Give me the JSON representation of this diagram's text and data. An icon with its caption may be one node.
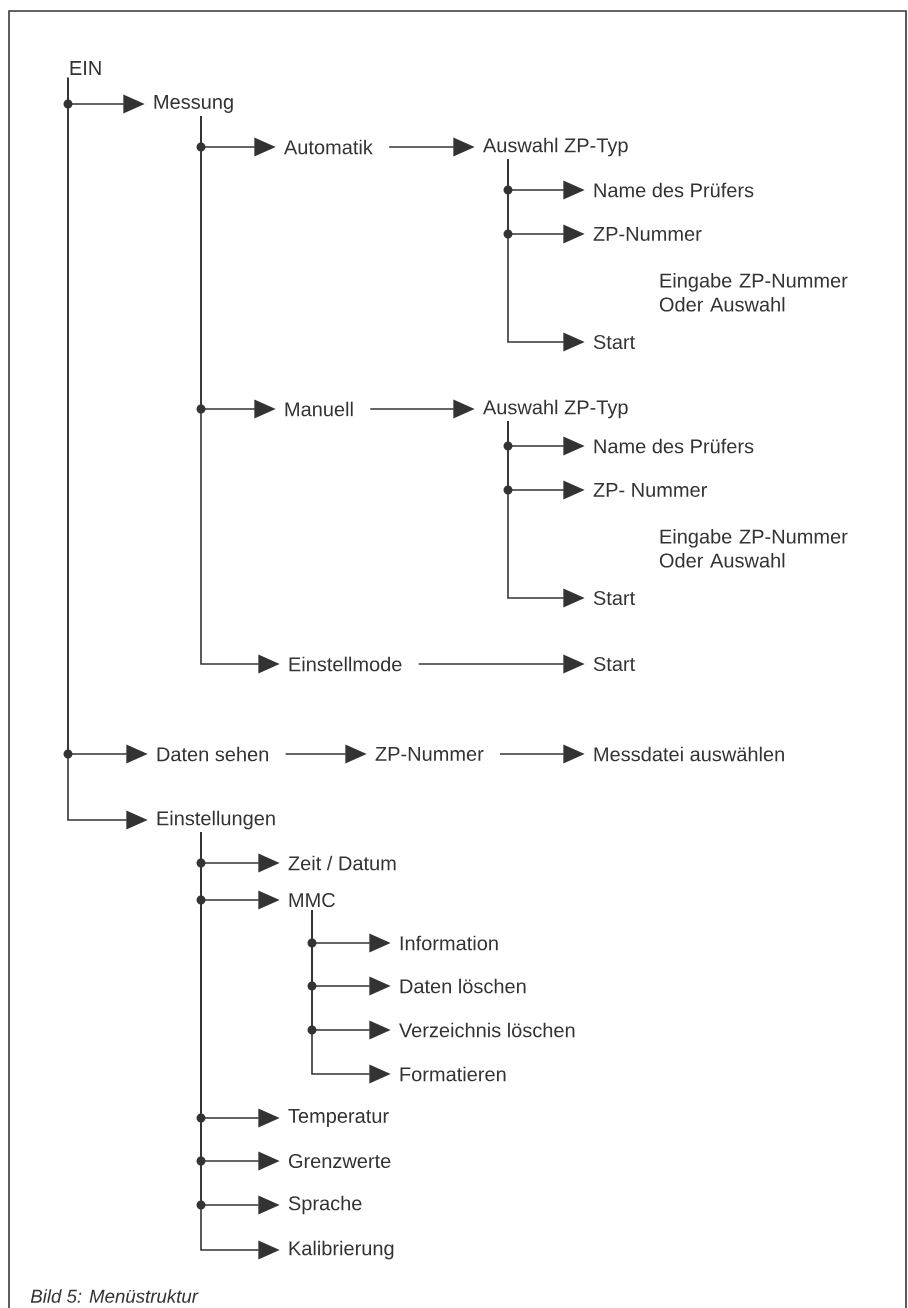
{
  "diagram": {
    "caption": "Bild 5: Menüstruktur",
    "nodes": [
      {
        "text": [
          "EIN"
        ]
      },
      {
        "text": [
          "Messung"
        ]
      },
      {
        "text": [
          "Automatik"
        ]
      },
      {
        "text": [
          "Auswahl ZP-Typ"
        ]
      },
      {
        "text": [
          "Name des Prüfers"
        ]
      },
      {
        "text": [
          "ZP-Nummer"
        ],
        "beside": [
          "Eingabe ZP-Nummer Oder Auswahl"
        ]
      },
      {
        "text": [
          "Start"
        ]
      },
      {
        "text": [
          "Manuell"
        ]
      },
      {
        "text": [
          "Auswahl ZP-Typ"
        ]
      },
      {
        "text": [
          "Name des Prüfers"
        ]
      },
      {
        "text": [
          "ZP- Nummer"
        ],
        "beside": [
          "Eingabe ZP-Nummer Oder Auswahl"
        ]
      },
      {
        "text": [
          "Start"
        ]
      },
      {
        "text": [
          "Einstellmode"
        ]
      },
      {
        "text": [
          "Start"
        ]
      },
      {
        "text": [
          "Daten sehen"
        ]
      },
      {
        "text": [
          "ZP-Nummer"
        ]
      },
      {
        "text": [
          "Messdatei auswählen"
        ]
      },
      {
        "text": [
          "Einstellungen"
        ]
      },
      {
        "text": [
          "Zeit / Datum"
        ]
      },
      {
        "text": [
          "MMC"
        ]
      },
      {
        "text": [
          "Information"
        ]
      },
      {
        "text": [
          "Daten löschen"
        ]
      },
      {
        "text": [
          "Verzeichnis löschen"
        ]
      },
      {
        "text": [
          "Formatieren"
        ]
      },
      {
        "text": [
          "Temperatur"
        ]
      },
      {
        "text": [
          "Grenzwerte"
        ]
      },
      {
        "text": [
          "Sprache"
        ]
      },
      {
        "text": [
          "Kalibrierung"
        ]
      }
    ],
    "edges": [
      {
        "from": 0,
        "to": 1,
        "arrow": "to"
      },
      {
        "from": 1,
        "to": 2,
        "arrow": "to"
      },
      {
        "from": 2,
        "to": 3,
        "arrow": "to"
      },
      {
        "from": 3,
        "to": 4,
        "arrow": "to"
      },
      {
        "from": 3,
        "to": 5,
        "arrow": "to"
      },
      {
        "from": 3,
        "to": 6,
        "arrow": "to"
      },
      {
        "from": 1,
        "to": 7,
        "arrow": "to"
      },
      {
        "from": 7,
        "to": 8,
        "arrow": "to"
      },
      {
        "from": 8,
        "to": 9,
        "arrow": "to"
      },
      {
        "from": 8,
        "to": 10,
        "arrow": "to"
      },
      {
        "from": 8,
        "to": 11,
        "arrow": "to"
      },
      {
        "from": 1,
        "to": 12,
        "arrow": "to"
      },
      {
        "from": 12,
        "to": 13,
        "arrow": "to"
      },
      {
        "from": 0,
        "to": 14,
        "arrow": "to"
      },
      {
        "from": 14,
        "to": 15,
        "arrow": "to"
      },
      {
        "from": 15,
        "to": 16,
        "arrow": "to"
      },
      {
        "from": 0,
        "to": 17,
        "arrow": "to"
      },
      {
        "from": 17,
        "to": 18,
        "arrow": "to"
      },
      {
        "from": 17,
        "to": 19,
        "arrow": "to"
      },
      {
        "from": 19,
        "to": 20,
        "arrow": "to"
      },
      {
        "from": 19,
        "to": 21,
        "arrow": "to"
      },
      {
        "from": 19,
        "to": 22,
        "arrow": "to"
      },
      {
        "from": 19,
        "to": 23,
        "arrow": "to"
      },
      {
        "from": 17,
        "to": 24,
        "arrow": "to"
      },
      {
        "from": 17,
        "to": 25,
        "arrow": "to"
      },
      {
        "from": 17,
        "to": 26,
        "arrow": "to"
      },
      {
        "from": 17,
        "to": 27,
        "arrow": "to"
      }
    ]
  }
}
